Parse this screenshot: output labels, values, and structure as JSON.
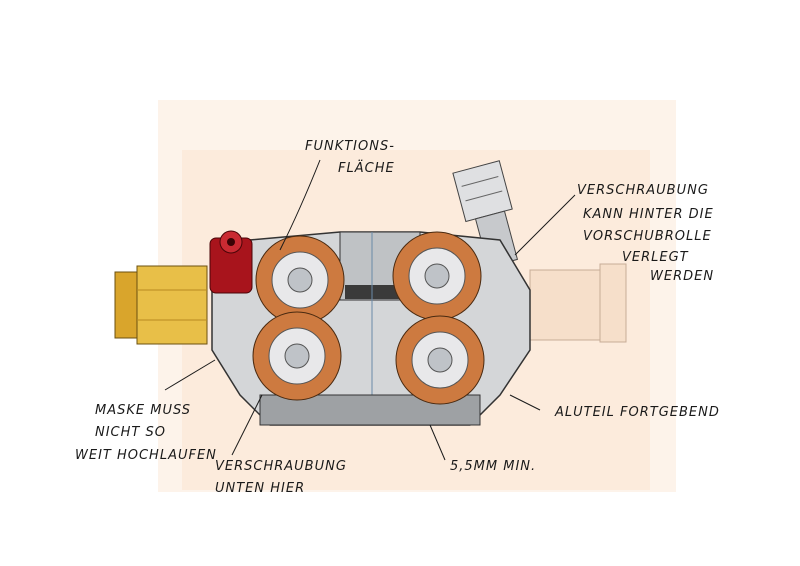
{
  "annotations": {
    "funktionsflaeche": [
      "FUNKTIONS-",
      "FLÄCHE"
    ],
    "verschraubung_hinter": [
      "VERSCHRAUBUNG",
      "KANN HINTER DIE",
      "VORSCHUBROLLE",
      "VERLEGT",
      "WERDEN"
    ],
    "maske": [
      "MASKE MUSS",
      "NICHT SO",
      "WEIT HOCHLAUFEN"
    ],
    "verschraubung_unten": [
      "VERSCHRAUBUNG",
      "UNTEN HIER"
    ],
    "abstand": "5,5MM MIN.",
    "aluteil": "ALUTEIL FORTGEBEND"
  },
  "colors": {
    "backdrop": "#fdf1e6",
    "body": "#d4d6d8",
    "roller": "#c8733a",
    "brass": "#e0b43a",
    "knob": "#a8141c"
  }
}
